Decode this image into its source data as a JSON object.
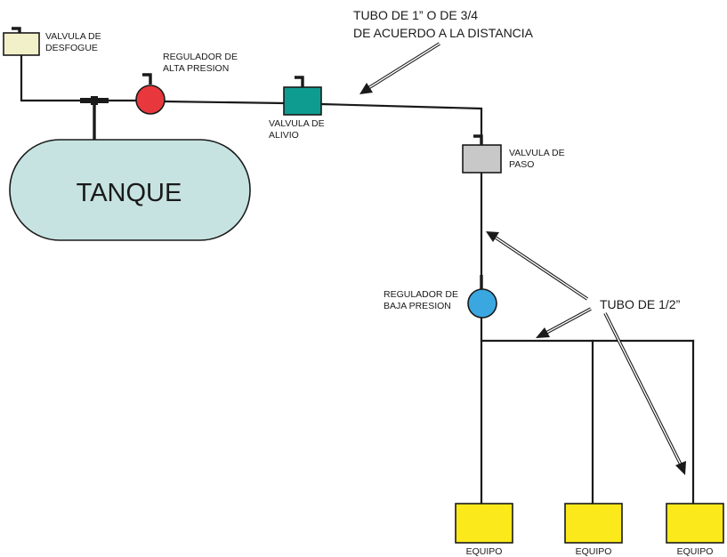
{
  "tank": {
    "label": "TANQUE",
    "fill": "#c6e3e1"
  },
  "components": {
    "desfogue_valve": {
      "label_lines": [
        "VALVULA DE",
        "DESFOGUE"
      ],
      "fill": "#f2f0c8"
    },
    "high_pressure_regulator": {
      "label_lines": [
        "REGULADOR DE",
        "ALTA PRESION"
      ],
      "fill": "#e8383d"
    },
    "relief_valve": {
      "label_lines": [
        "VALVULA DE",
        "ALIVIO"
      ],
      "fill": "#0e9c90"
    },
    "pass_valve": {
      "label_lines": [
        "VALVULA DE",
        "PASO"
      ],
      "fill": "#c8c8c8"
    },
    "low_pressure_regulator": {
      "label_lines": [
        "REGULADOR DE",
        "BAJA PRESION"
      ],
      "fill": "#3aa7e0"
    }
  },
  "equipment": {
    "label": "EQUIPO",
    "fill": "#fbe91c",
    "count": 3
  },
  "annotations": {
    "main_pipe": {
      "lines": [
        "TUBO DE 1” O DE 3/4",
        "DE ACUERDO A LA DISTANCIA"
      ]
    },
    "branch_pipe": {
      "text": "TUBO DE 1/2”"
    }
  }
}
